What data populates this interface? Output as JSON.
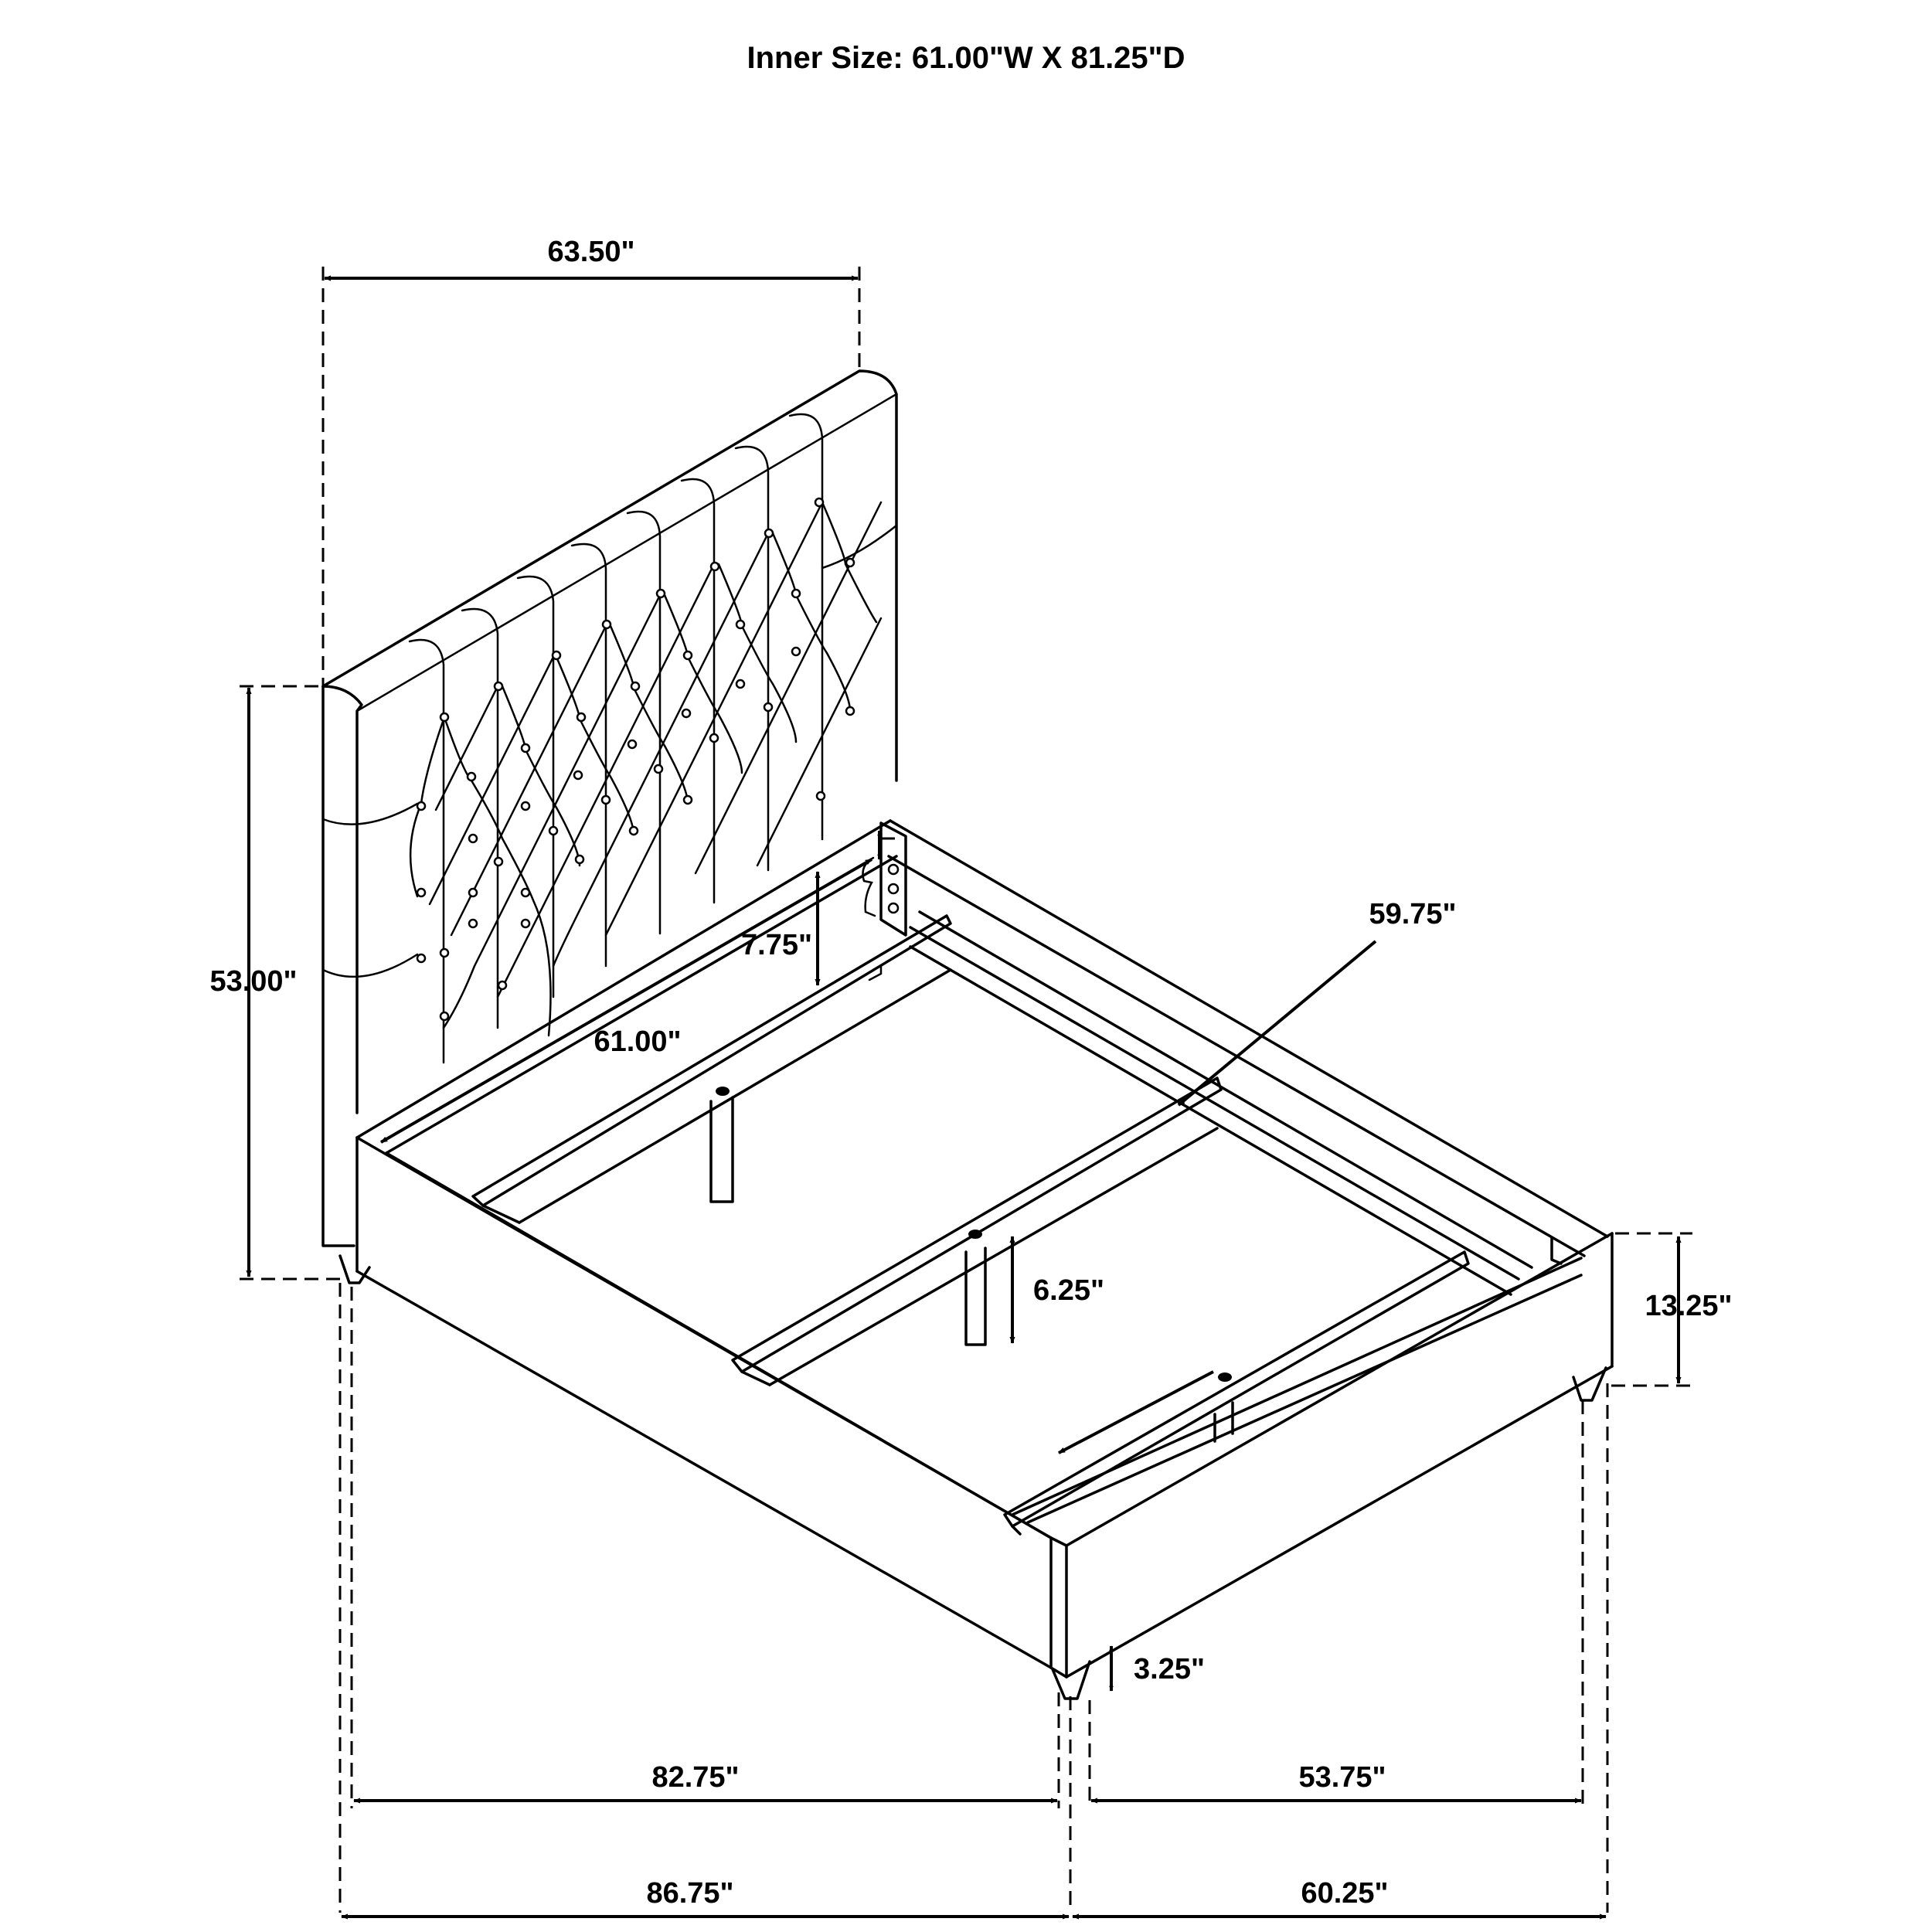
{
  "title": "Inner Size: 61.00\"W X 81.25\"D",
  "dimensions": {
    "headboard_width": "63.50\"",
    "headboard_height": "53.00\"",
    "inner_width": "61.00\"",
    "rail_height_side": "7.75\"",
    "slat_length": "59.75\"",
    "slat_leg_height": "6.25\"",
    "footboard_height": "13.25\"",
    "leg_height": "3.25\"",
    "rail_length": "82.75\"",
    "overall_length": "86.75\"",
    "footboard_width": "53.75\"",
    "overall_width": "60.25\""
  }
}
